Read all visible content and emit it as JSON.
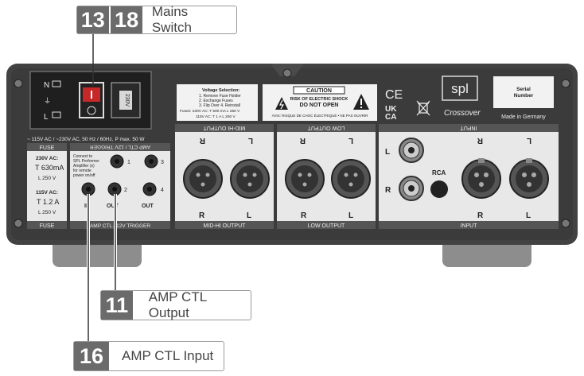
{
  "callouts": {
    "mains": {
      "num1": "13",
      "num2": "18",
      "label": "Mains Switch"
    },
    "amp_out": {
      "num": "11",
      "label": "AMP CTL Output"
    },
    "amp_in": {
      "num": "16",
      "label": "AMP CTL Input"
    }
  },
  "power": {
    "n": "N",
    "l": "L",
    "fuse_label": "230V",
    "rating": "~ 115V AC / ~230V AC, 50 Hz / 60Hz, P max. 50 W"
  },
  "fuse_panel": {
    "top": "FUSE",
    "v230": "230V AC:",
    "f230": "T 630mA",
    "l230": "L 250 V",
    "v115": "115V AC:",
    "f115": "T 1.2 A",
    "l115": "L 250 V",
    "bottom": "FUSE"
  },
  "trigger": {
    "title_top": "AMP CTL / 12V TRIGGER",
    "note": [
      "Connect to",
      "SPL Performer",
      "Amplifier (s)",
      "for remote",
      "power on/off"
    ],
    "n1": "1",
    "n2": "2",
    "n3": "3",
    "n4": "4",
    "in": "IN",
    "out1": "OUT",
    "out2": "OUT",
    "title_bottom": "AMP CTL / 12V TRIGGER"
  },
  "voltage": {
    "title": "Voltage Selection:",
    "lines": [
      "1. Remove Fuse Holder",
      "2. Exchange Fuses",
      "3. Flip Over   4. Reinstall",
      "Fuses: 230V AC: T 500 mA L 250 V",
      "115V AC: T 1 A L 250 V"
    ]
  },
  "caution": {
    "title": "CAUTION",
    "line1": "RISK OF ELECTRIC SHOCK",
    "line2": "DO NOT OPEN",
    "line3": "AVIS: RISQUE DE CHOC ÉLECTRIQUE • NE PAS OUVRIR"
  },
  "marks": {
    "ce": "CE",
    "ukca1": "UK",
    "ukca2": "CA"
  },
  "brand": {
    "logo": "spl",
    "model": "Crossover",
    "serial1": "Serial",
    "serial2": "Number",
    "made": "Made in Germany"
  },
  "midhi": {
    "top": "MID-HI OUTPUT",
    "r": "R",
    "l": "L",
    "bottom": "MID-HI OUTPUT"
  },
  "low": {
    "top": "LOW OUTPUT",
    "r": "R",
    "l": "L",
    "bottom": "LOW OUTPUT"
  },
  "input": {
    "top": "INPUT",
    "l_side": "L",
    "r_side": "R",
    "rca": "RCA",
    "r": "R",
    "l": "L",
    "bottom": "INPUT"
  }
}
